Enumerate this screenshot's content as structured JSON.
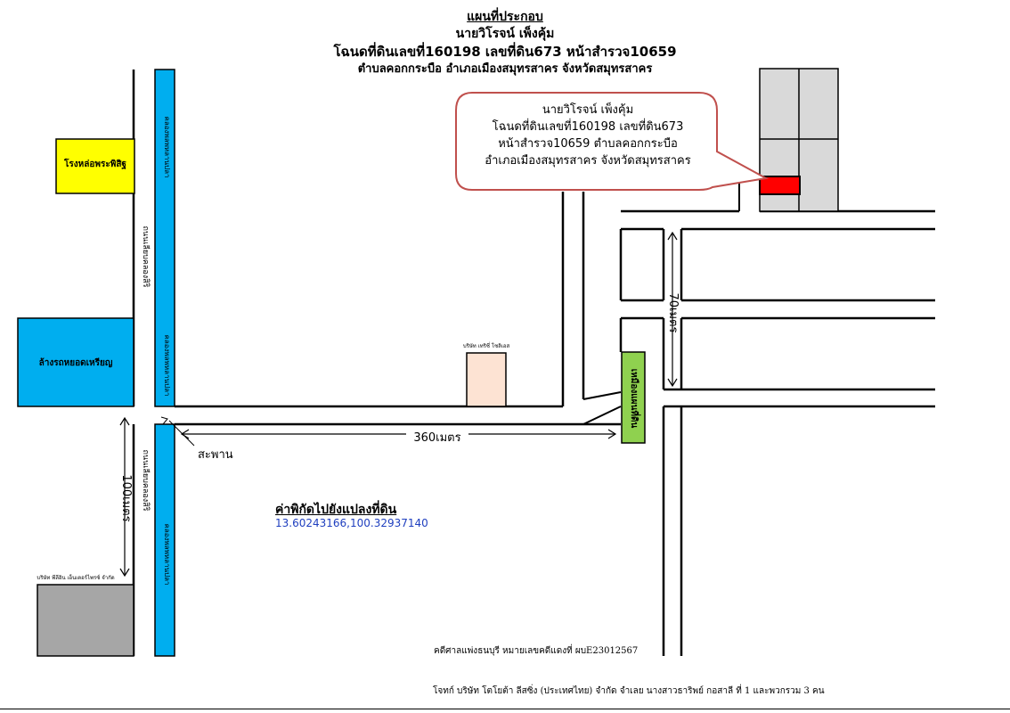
{
  "header": {
    "line1": "แผนที่ประกอบ",
    "line2": "นายวิโรจน์ เพ็งคุ้ม",
    "line3": "โฉนดที่ดินเลขที่160198 เลขที่ดิน673 หน้าสำรวจ10659",
    "line4": "ตำบลคอกกระบือ อำเภอเมืองสมุทรสาคร จังหวัดสมุทรสาคร"
  },
  "callout": {
    "line1": "นายวิโรจน์ เพ็งคุ้ม",
    "line2": "โฉนดที่ดินเลขที่160198 เลขที่ดิน673",
    "line3": "หน้าสำรวจ10659 ตำบลคอกกระบือ",
    "line4": "อำเภอเมืองสมุทรสาคร จังหวัดสมุทรสาคร"
  },
  "places": {
    "school": "โรงหล่อพระพิสิฐ",
    "shop": "ล้างรถหยอดเหรียญ",
    "company_small": "บริษัท เทริซี่ โซลิเอส",
    "company_bottom": "บริษัท พีลีอิน เอ็นเตอร์ไพรซ์ จำกัด",
    "green_label": "เหมืองแผนที่ดิน"
  },
  "canal_labels": {
    "upper": "คลองพลพหลานปลา",
    "middle": "คลองพลพหลานปลา",
    "lower": "คลองพลพหลานปลา"
  },
  "road_labels": {
    "upper": "ถนนเลียบคลองสิริ",
    "lower": "ถนนเลียบคลองสิริ"
  },
  "distances": {
    "horizontal": "360เมตร",
    "vertical_left": "100เมตร",
    "vertical_right": "70เมตร"
  },
  "bridge": "สะพาน",
  "coords": {
    "heading": "ค่าพิกัดไปยังแปลงที่ดิน",
    "value": "13.60243166,100.32937140"
  },
  "footer": {
    "case": "คดีศาลแพ่งธนบุรี หมายเลขคดีแดงที่ ผบE23012567",
    "parties": "โจทก์ บริษัท โตโยต้า ลีสซิ่ง (ประเทศไทย) จำกัด  จำเลย นางสาวธาริพย์ กอสาลี ที่ 1 และพวกรวม 3 คน"
  },
  "colors": {
    "canal": "#00aeef",
    "school": "#ffff00",
    "shop": "#00aeef",
    "plot": "#ff0000",
    "green": "#8fd14f",
    "building": "#d9d9d9",
    "company": "#fde3d3",
    "gray_lot": "#a6a6a6",
    "callout_border": "#c0504d",
    "coord_value": "#1f3fbf"
  }
}
